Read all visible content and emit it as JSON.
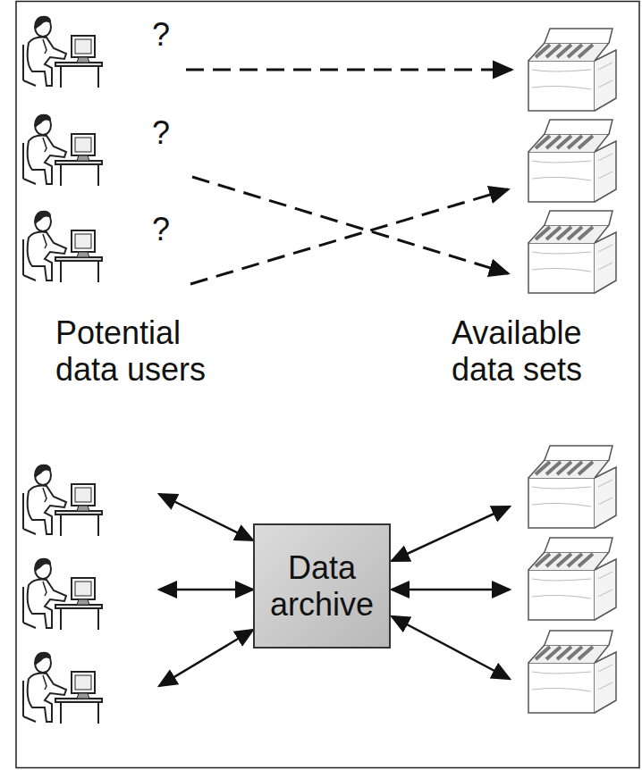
{
  "diagram": {
    "nodes": [
      {
        "text": [
          "Data archive"
        ]
      }
    ],
    "labels": [
      "?",
      "?",
      "?",
      "Potential data users",
      "Available data sets"
    ]
  }
}
